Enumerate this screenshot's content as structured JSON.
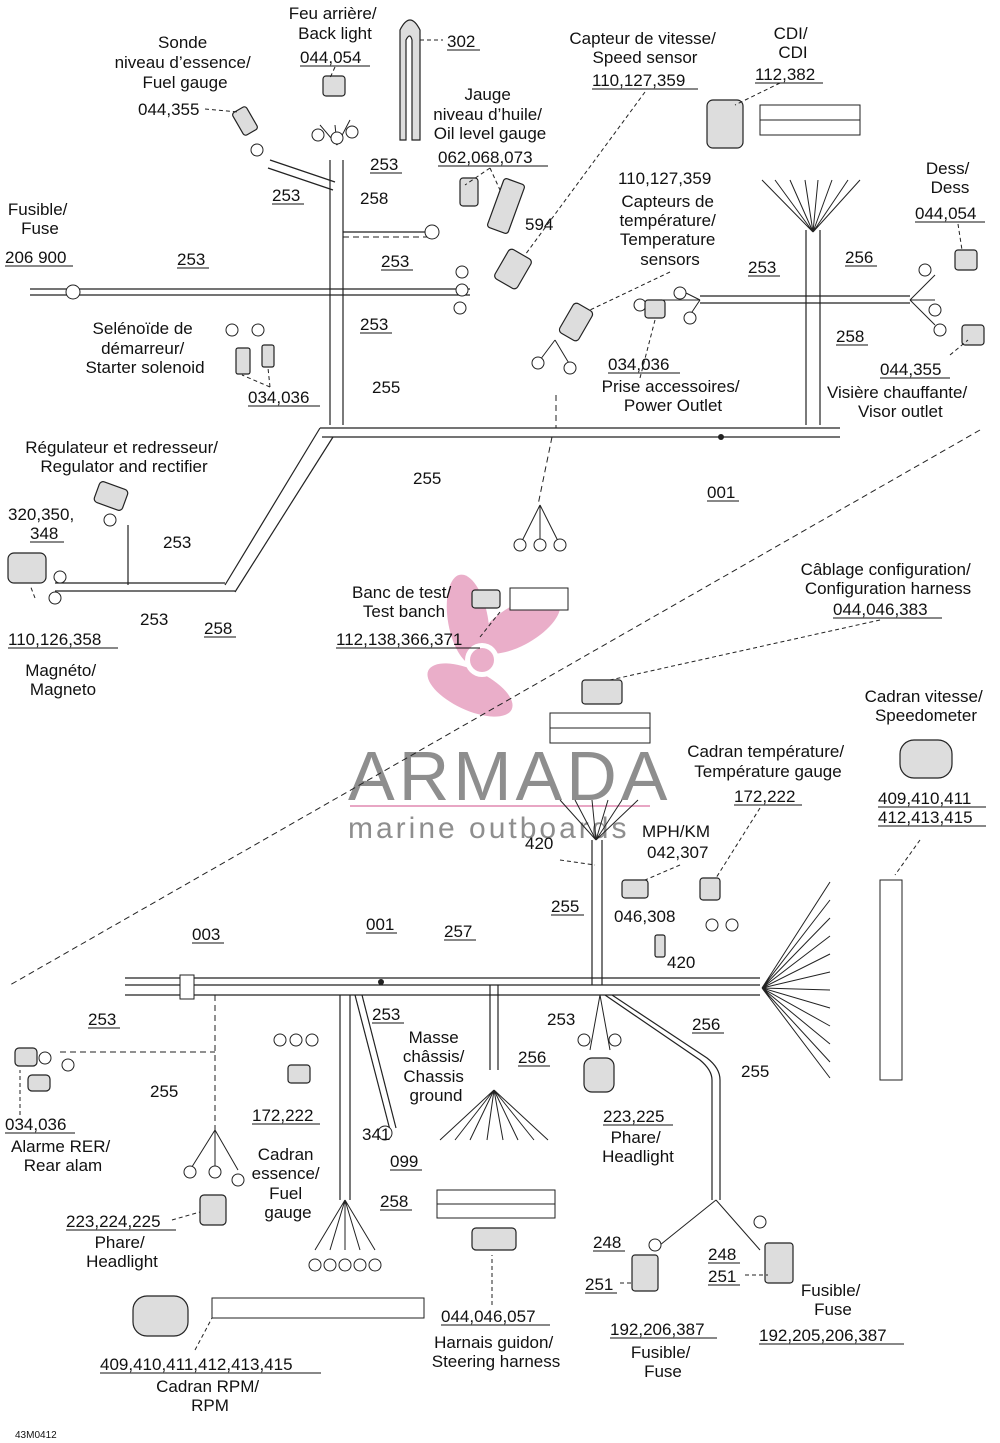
{
  "labels": {
    "sonde": [
      "Sonde",
      "niveau d’essence/",
      "Fuel gauge"
    ],
    "sonde_ref": "044,355",
    "feu": [
      "Feu arrière/",
      "Back light"
    ],
    "feu_ref": "044,054",
    "r302": "302",
    "jauge": [
      "Jauge",
      "niveau d’huile/",
      "Oil level gauge"
    ],
    "jauge_ref": "062,068,073",
    "r594": "594",
    "capteur_vit": [
      "Capteur de vitesse/",
      "Speed sensor"
    ],
    "capteur_vit_ref": "110,127,359",
    "cdi": [
      "CDI/",
      "CDI"
    ],
    "cdi_ref": "112,382",
    "capteurs_temp_ref": "110,127,359",
    "capteurs_temp": [
      "Capteurs de",
      "température/",
      "Temperature",
      "sensors"
    ],
    "dess": [
      "Dess/",
      "Dess"
    ],
    "dess_ref": "044,054",
    "fusible_top": [
      "Fusible/",
      "Fuse"
    ],
    "fusible_top_ref": "206 900",
    "solenoide": [
      "Selénoïde de",
      "démarreur/",
      "Starter solenoid"
    ],
    "solenoide_ref": "034,036",
    "prise_ref": "034,036",
    "prise": [
      "Prise accessoires/",
      "Power Outlet"
    ],
    "visiere_ref": "044,355",
    "visiere": "Visière chauffante/",
    "visiere2": "Visor outlet",
    "regulateur": [
      "Régulateur et redresseur/",
      "Regulator and rectifier"
    ],
    "regulateur_ref": [
      "320,350,",
      "348"
    ],
    "magneto_ref": "110,126,358",
    "magneto": [
      "Magnéto/",
      "Magneto"
    ],
    "banc": [
      "Banc de test/",
      "Test banch"
    ],
    "banc_ref": "112,138,366,371",
    "cablage": [
      "Câblage configuration/",
      "Configuration harness"
    ],
    "cablage_ref": "044,046,383",
    "cadran_vit": [
      "Cadran vitesse/",
      "Speedometer"
    ],
    "cadran_vit_ref": [
      "409,410,411",
      "412,413,415"
    ],
    "cadran_temp": [
      "Cadran température/",
      "Température gauge"
    ],
    "cadran_temp_ref": "172,222",
    "mph": [
      "MPH/KM",
      "042,307"
    ],
    "r420a": "420",
    "r420b": "420",
    "r046": "046,308",
    "r003": "003",
    "r001b": "001",
    "r257": "257",
    "r253c": "253",
    "r253d": "253",
    "r253e": "253",
    "r255c": "255",
    "r255d": "255",
    "r255e": "255",
    "r256b": "256",
    "r256c": "256",
    "r258c": "258",
    "alarme_ref": "034,036",
    "alarme": [
      "Alarme RER/",
      "Rear alam"
    ],
    "r172b": "172,222",
    "masse": [
      "Masse",
      "châssis/",
      "Chassis",
      "ground"
    ],
    "r341": "341",
    "r099": "099",
    "cadran_ess": [
      "Cadran",
      "essence/",
      "Fuel",
      "gauge"
    ],
    "phare_l_ref": "223,224,225",
    "phare_l": [
      "Phare/",
      "Headlight"
    ],
    "phare_r_ref": "223,225",
    "phare_r": [
      "Phare/",
      "Headlight"
    ],
    "harnais_ref": "044,046,057",
    "harnais": [
      "Harnais guidon/",
      "Steering harness"
    ],
    "rpm_ref": "409,410,411,412,413,415",
    "rpm": [
      "Cadran RPM/",
      "RPM"
    ],
    "r248a": "248",
    "r251a": "251",
    "r248b": "248",
    "r251b": "251",
    "fuse_l_ref": "192,206,387",
    "fuse_l": [
      "Fusible/",
      "Fuse"
    ],
    "fuse_r_ref": "192,205,206,387",
    "fuse_r": [
      "Fusible/",
      "Fuse"
    ],
    "w253a": "253",
    "w258a": "258",
    "w253b": "253",
    "w253g": "253",
    "w253h": "253",
    "w253i": "253",
    "w256a": "256",
    "w253j": "253",
    "w258b": "258",
    "w255a": "255",
    "w255b": "255",
    "w001a": "001",
    "w253k": "253",
    "w253l": "253",
    "w258d": "258",
    "drawing_code": "43M0412"
  },
  "watermark": {
    "brand": "ARMADA",
    "tagline": "marine outboards",
    "color_primary": "#e8a6c4",
    "color_text": "#8e8e8e"
  }
}
